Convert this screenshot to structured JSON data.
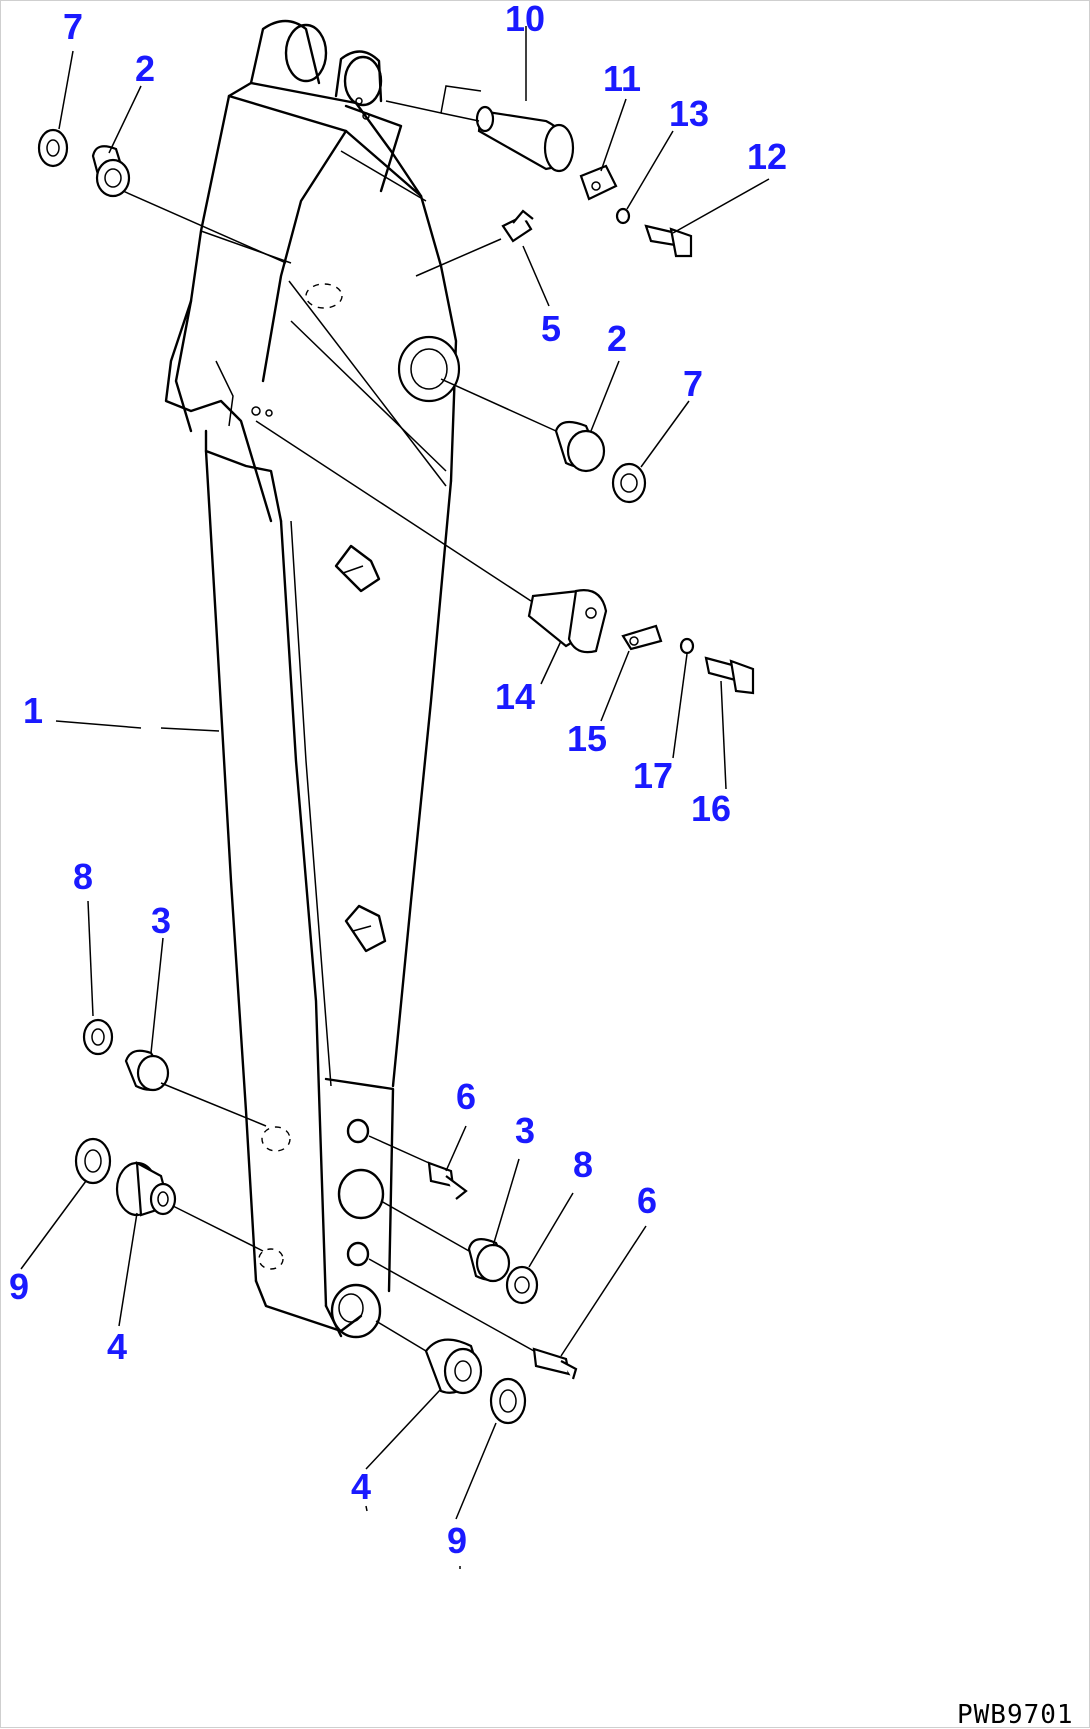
{
  "diagram": {
    "drawing_code": "PWB9701",
    "callouts": [
      {
        "id": "c1",
        "text": "1"
      },
      {
        "id": "c2a",
        "text": "2"
      },
      {
        "id": "c2b",
        "text": "2"
      },
      {
        "id": "c3a",
        "text": "3"
      },
      {
        "id": "c3b",
        "text": "3"
      },
      {
        "id": "c4a",
        "text": "4"
      },
      {
        "id": "c4b",
        "text": "4"
      },
      {
        "id": "c5",
        "text": "5"
      },
      {
        "id": "c6a",
        "text": "6"
      },
      {
        "id": "c6b",
        "text": "6"
      },
      {
        "id": "c7a",
        "text": "7"
      },
      {
        "id": "c7b",
        "text": "7"
      },
      {
        "id": "c8a",
        "text": "8"
      },
      {
        "id": "c8b",
        "text": "8"
      },
      {
        "id": "c9a",
        "text": "9"
      },
      {
        "id": "c9b",
        "text": "9"
      },
      {
        "id": "c10",
        "text": "10"
      },
      {
        "id": "c11",
        "text": "11"
      },
      {
        "id": "c12",
        "text": "12"
      },
      {
        "id": "c13",
        "text": "13"
      },
      {
        "id": "c14",
        "text": "14"
      },
      {
        "id": "c15",
        "text": "15"
      },
      {
        "id": "c16",
        "text": "16"
      },
      {
        "id": "c17",
        "text": "17"
      }
    ],
    "callout_color": "#1a1aff",
    "line_color": "#000000"
  }
}
